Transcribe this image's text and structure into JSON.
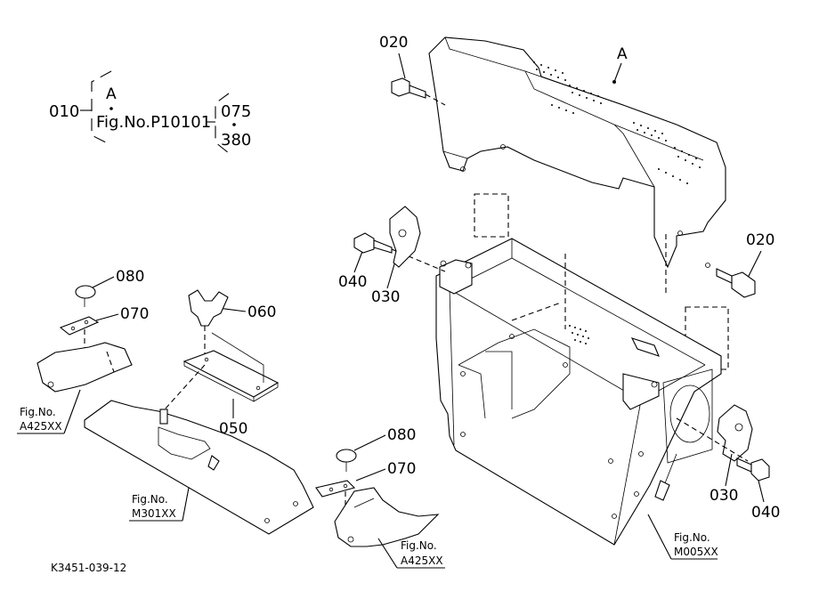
{
  "callouts": {
    "main": "010",
    "assembly": "A",
    "fig_ref": "Fig.No.P10101",
    "range_start": "075",
    "range_end": "380",
    "bolt_top": "020",
    "bolt_right": "020",
    "bolt_left": "040",
    "bracket_left": "030",
    "cover_label": "A",
    "cap_left": "080",
    "plate_left": "070",
    "wingnut": "060",
    "plate_050": "050",
    "cap_bottom": "080",
    "plate_bottom": "070",
    "bracket_right": "030",
    "bolt_right_bottom": "040"
  },
  "figure_refs": {
    "left_line1": "Fig.No.",
    "left_line2": "A425XX",
    "mid_line1": "Fig.No.",
    "mid_line2": "M301XX",
    "bottom_line1": "Fig.No.",
    "bottom_line2": "A425XX",
    "right_line1": "Fig.No.",
    "right_line2": "M005XX"
  },
  "footer": {
    "drawing_id": "K3451-039-12"
  }
}
